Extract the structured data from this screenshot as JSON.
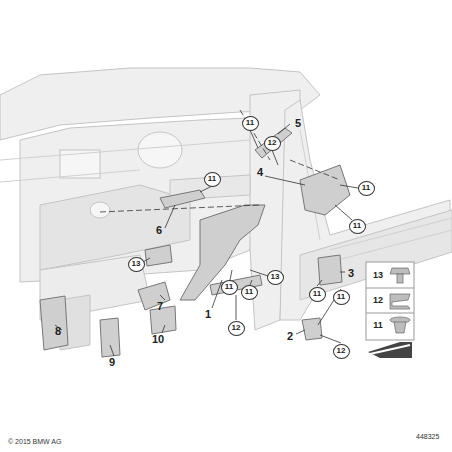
{
  "diagram": {
    "labels": [
      "11",
      "5",
      "12",
      "4",
      "11",
      "11",
      "11",
      "6",
      "13",
      "13",
      "3",
      "11",
      "11",
      "1",
      "12",
      "11",
      "11",
      "7",
      "8",
      "10",
      "9",
      "2",
      "12",
      "13",
      "12",
      "11",
      "© 2015 BMW AG",
      "448325"
    ]
  }
}
